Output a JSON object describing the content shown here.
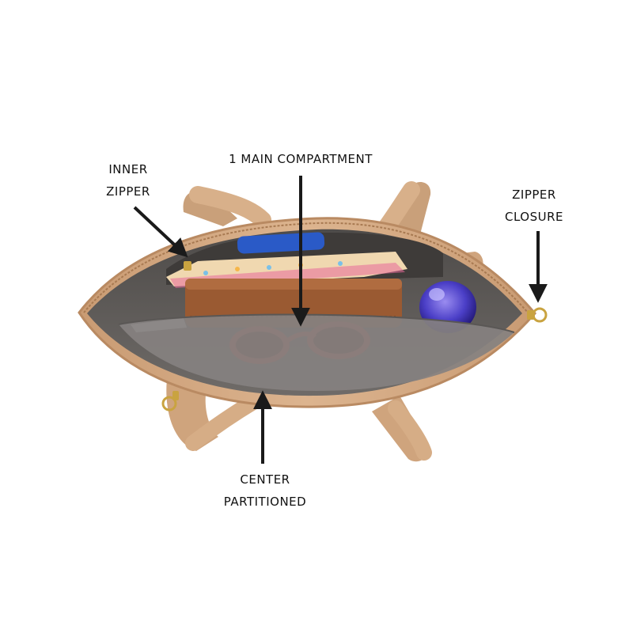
{
  "callouts": {
    "inner_zipper": {
      "line1": "INNER",
      "line2": "ZIPPER"
    },
    "main_compartment": {
      "line1": "1 MAIN COMPARTMENT"
    },
    "zipper_closure": {
      "line1": "ZIPPER",
      "line2": "CLOSURE"
    },
    "center_partitioned": {
      "line1": "CENTER",
      "line2": "PARTITIONED"
    }
  },
  "colors": {
    "background": "#ffffff",
    "bag_leather": "#d4a983",
    "bag_leather_dark": "#b98a62",
    "lining": "#6f6b68",
    "lining_dark": "#4e4b49",
    "partition": "#858180",
    "wallet": "#9a5a32",
    "bottle": "#4b3fc7",
    "sunglasses": "#c4523e",
    "zipper_gold": "#c9a340",
    "arrow": "#1a1a1a"
  },
  "icons": [
    "arrow-pointer-icon",
    "zipper-pull-icon"
  ]
}
